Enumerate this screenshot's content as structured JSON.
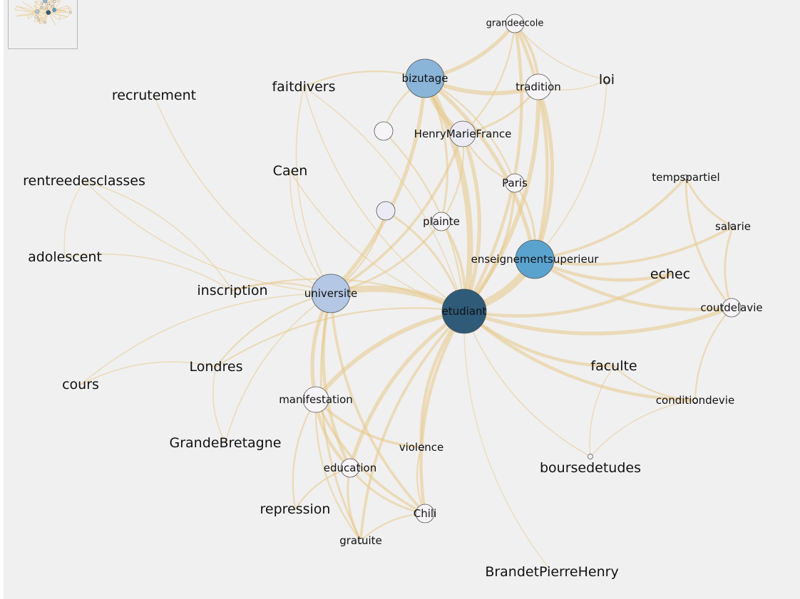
{
  "colors": {
    "background": "#f0f0f0",
    "edge": "#e8c98a",
    "node_default": "#f7f4f7",
    "node_light": "#ecebf4",
    "node_lightblue": "#b4c7e4",
    "node_blue": "#8ab5d8",
    "node_midblue": "#5ba3cf",
    "node_dark": "#2f5a78",
    "label": "#111111"
  },
  "minimap": {
    "icon": "graph-overview-minimap"
  },
  "nodes": [
    {
      "id": "grandeecole",
      "label": "grandeecole",
      "size": "small",
      "tone": "node_default"
    },
    {
      "id": "bizutage",
      "label": "bizutage",
      "size": "large",
      "tone": "node_blue"
    },
    {
      "id": "tradition",
      "label": "tradition",
      "size": "medium",
      "tone": "node_default"
    },
    {
      "id": "loi",
      "label": "loi",
      "size": "tiny",
      "tone": "node_default"
    },
    {
      "id": "recrutement",
      "label": "recrutement",
      "size": "none",
      "tone": "node_default"
    },
    {
      "id": "faitdivers",
      "label": "faitdivers",
      "size": "none",
      "tone": "node_default"
    },
    {
      "id": "henry-dot",
      "label": "",
      "size": "small",
      "tone": "node_default"
    },
    {
      "id": "HenryMarieFrance",
      "label": "HenryMarieFrance",
      "size": "medium",
      "tone": "node_light"
    },
    {
      "id": "Caen",
      "label": "Caen",
      "size": "none",
      "tone": "node_default"
    },
    {
      "id": "Paris",
      "label": "Paris",
      "size": "small",
      "tone": "node_default"
    },
    {
      "id": "tempspartiel",
      "label": "tempspartiel",
      "size": "tiny",
      "tone": "node_default"
    },
    {
      "id": "rentreedesclasses",
      "label": "rentreedesclasses",
      "size": "none",
      "tone": "node_default"
    },
    {
      "id": "unnamed-node",
      "label": "",
      "size": "small",
      "tone": "node_light"
    },
    {
      "id": "plainte",
      "label": "plainte",
      "size": "small",
      "tone": "node_default"
    },
    {
      "id": "salarie",
      "label": "salarie",
      "size": "tiny",
      "tone": "node_default"
    },
    {
      "id": "adolescent",
      "label": "adolescent",
      "size": "none",
      "tone": "node_default"
    },
    {
      "id": "enseignementsuperieur",
      "label": "enseignementsuperieur",
      "size": "large",
      "tone": "node_midblue"
    },
    {
      "id": "echec",
      "label": "echec",
      "size": "none",
      "tone": "node_default"
    },
    {
      "id": "inscription",
      "label": "inscription",
      "size": "none",
      "tone": "node_default"
    },
    {
      "id": "universite",
      "label": "universite",
      "size": "large",
      "tone": "node_lightblue"
    },
    {
      "id": "coutdelavie",
      "label": "coutdelavie",
      "size": "small",
      "tone": "node_default"
    },
    {
      "id": "etudiant",
      "label": "etudiant",
      "size": "xlarge",
      "tone": "node_dark"
    },
    {
      "id": "Londres",
      "label": "Londres",
      "size": "none",
      "tone": "node_default"
    },
    {
      "id": "faculte",
      "label": "faculte",
      "size": "none",
      "tone": "node_default"
    },
    {
      "id": "cours",
      "label": "cours",
      "size": "none",
      "tone": "node_default"
    },
    {
      "id": "manifestation",
      "label": "manifestation",
      "size": "medium",
      "tone": "node_default"
    },
    {
      "id": "conditiondevie",
      "label": "conditiondevie",
      "size": "tiny",
      "tone": "node_default"
    },
    {
      "id": "GrandeBretagne",
      "label": "GrandeBretagne",
      "size": "none",
      "tone": "node_default"
    },
    {
      "id": "violence",
      "label": "violence",
      "size": "tiny",
      "tone": "node_default"
    },
    {
      "id": "education",
      "label": "education",
      "size": "small",
      "tone": "node_default"
    },
    {
      "id": "boursedetudes",
      "label": "boursedetudes",
      "size": "tiny",
      "tone": "node_default"
    },
    {
      "id": "repression",
      "label": "repression",
      "size": "none",
      "tone": "node_default"
    },
    {
      "id": "Chili",
      "label": "Chili",
      "size": "small",
      "tone": "node_default"
    },
    {
      "id": "gratuite",
      "label": "gratuite",
      "size": "tiny",
      "tone": "node_default"
    },
    {
      "id": "BrandetPierreHenry",
      "label": "BrandetPierreHenry",
      "size": "none",
      "tone": "node_default"
    }
  ],
  "edges": [
    [
      "etudiant",
      "enseignementsuperieur",
      14
    ],
    [
      "etudiant",
      "universite",
      12
    ],
    [
      "etudiant",
      "bizutage",
      11
    ],
    [
      "bizutage",
      "HenryMarieFrance",
      9
    ],
    [
      "bizutage",
      "tradition",
      8
    ],
    [
      "bizutage",
      "grandeecole",
      7
    ],
    [
      "etudiant",
      "tradition",
      8
    ],
    [
      "etudiant",
      "grandeecole",
      6
    ],
    [
      "enseignementsuperieur",
      "bizutage",
      7
    ],
    [
      "enseignementsuperieur",
      "tradition",
      7
    ],
    [
      "enseignementsuperieur",
      "grandeecole",
      6
    ],
    [
      "etudiant",
      "HenryMarieFrance",
      7
    ],
    [
      "universite",
      "bizutage",
      7
    ],
    [
      "universite",
      "HenryMarieFrance",
      5
    ],
    [
      "etudiant",
      "manifestation",
      8
    ],
    [
      "etudiant",
      "education",
      7
    ],
    [
      "etudiant",
      "violence",
      6
    ],
    [
      "etudiant",
      "Chili",
      6
    ],
    [
      "etudiant",
      "gratuite",
      5
    ],
    [
      "universite",
      "manifestation",
      7
    ],
    [
      "universite",
      "education",
      6
    ],
    [
      "universite",
      "Chili",
      5
    ],
    [
      "universite",
      "gratuite",
      4
    ],
    [
      "manifestation",
      "education",
      6
    ],
    [
      "manifestation",
      "Chili",
      5
    ],
    [
      "manifestation",
      "violence",
      5
    ],
    [
      "education",
      "Chili",
      4
    ],
    [
      "education",
      "gratuite",
      4
    ],
    [
      "education",
      "repression",
      3
    ],
    [
      "manifestation",
      "repression",
      3
    ],
    [
      "manifestation",
      "gratuite",
      3
    ],
    [
      "Chili",
      "gratuite",
      3
    ],
    [
      "violence",
      "Chili",
      3
    ],
    [
      "etudiant",
      "faculte",
      6
    ],
    [
      "etudiant",
      "conditiondevie",
      6
    ],
    [
      "etudiant",
      "coutdelavie",
      7
    ],
    [
      "etudiant",
      "echec",
      6
    ],
    [
      "enseignementsuperieur",
      "echec",
      6
    ],
    [
      "enseignementsuperieur",
      "coutdelavie",
      6
    ],
    [
      "enseignementsuperieur",
      "salarie",
      5
    ],
    [
      "enseignementsuperieur",
      "tempspartiel",
      5
    ],
    [
      "tempspartiel",
      "salarie",
      4
    ],
    [
      "tempspartiel",
      "coutdelavie",
      4
    ],
    [
      "salarie",
      "coutdelavie",
      4
    ],
    [
      "coutdelavie",
      "conditiondevie",
      3
    ],
    [
      "faculte",
      "conditiondevie",
      3
    ],
    [
      "conditiondevie",
      "boursedetudes",
      2
    ],
    [
      "faculte",
      "boursedetudes",
      2
    ],
    [
      "etudiant",
      "boursedetudes",
      2
    ],
    [
      "etudiant",
      "Paris",
      5
    ],
    [
      "enseignementsuperieur",
      "Paris",
      4
    ],
    [
      "etudiant",
      "plainte",
      5
    ],
    [
      "universite",
      "plainte",
      4
    ],
    [
      "plainte",
      "bizutage",
      4
    ],
    [
      "etudiant",
      "unnamed-node",
      4
    ],
    [
      "universite",
      "unnamed-node",
      3
    ],
    [
      "etudiant",
      "henry-dot",
      3
    ],
    [
      "bizutage",
      "henry-dot",
      3
    ],
    [
      "HenryMarieFrance",
      "tradition",
      4
    ],
    [
      "HenryMarieFrance",
      "grandeecole",
      3
    ],
    [
      "tradition",
      "grandeecole",
      5
    ],
    [
      "tradition",
      "loi",
      2
    ],
    [
      "grandeecole",
      "loi",
      2
    ],
    [
      "enseignementsuperieur",
      "loi",
      2
    ],
    [
      "bizutage",
      "faitdivers",
      3
    ],
    [
      "faitdivers",
      "universite",
      2
    ],
    [
      "faitdivers",
      "etudiant",
      2
    ],
    [
      "Caen",
      "universite",
      2
    ],
    [
      "Caen",
      "etudiant",
      2
    ],
    [
      "recrutement",
      "universite",
      2
    ],
    [
      "universite",
      "inscription",
      3
    ],
    [
      "etudiant",
      "inscription",
      3
    ],
    [
      "inscription",
      "adolescent",
      2
    ],
    [
      "inscription",
      "rentreedesclasses",
      2
    ],
    [
      "rentreedesclasses",
      "adolescent",
      1
    ],
    [
      "rentreedesclasses",
      "universite",
      2
    ],
    [
      "universite",
      "Londres",
      3
    ],
    [
      "etudiant",
      "Londres",
      3
    ],
    [
      "Londres",
      "cours",
      2
    ],
    [
      "universite",
      "cours",
      2
    ],
    [
      "Londres",
      "GrandeBretagne",
      2
    ],
    [
      "universite",
      "GrandeBretagne",
      2
    ],
    [
      "etudiant",
      "BrandetPierreHenry",
      1
    ],
    [
      "etudiant",
      "faitdivers",
      2
    ],
    [
      "Paris",
      "bizutage",
      3
    ],
    [
      "HenryMarieFrance",
      "Paris",
      3
    ],
    [
      "plainte",
      "HenryMarieFrance",
      3
    ]
  ]
}
